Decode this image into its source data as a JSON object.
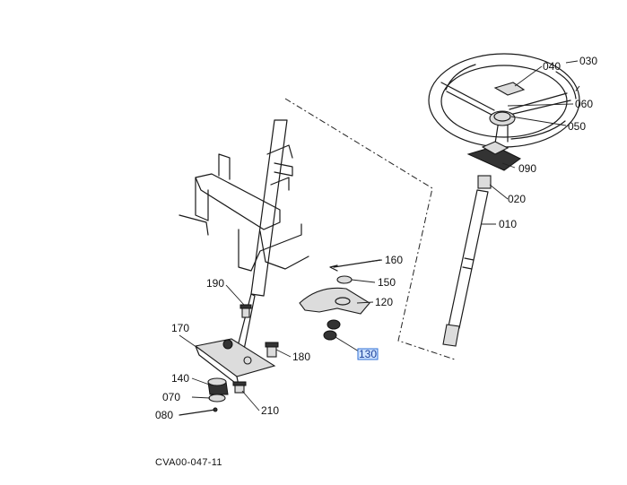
{
  "diagram": {
    "drawing_number": "CVA00-047-11",
    "callouts": {
      "c010": "010",
      "c020": "020",
      "c030": "030",
      "c040": "040",
      "c050": "050",
      "c060": "060",
      "c070": "070",
      "c080": "080",
      "c090": "090",
      "c120": "120",
      "c130": "130",
      "c140": "140",
      "c150": "150",
      "c160": "160",
      "c170": "170",
      "c180": "180",
      "c190": "190",
      "c210": "210"
    },
    "highlighted_callout": "130",
    "highlight_color": "#2f6fd6"
  }
}
